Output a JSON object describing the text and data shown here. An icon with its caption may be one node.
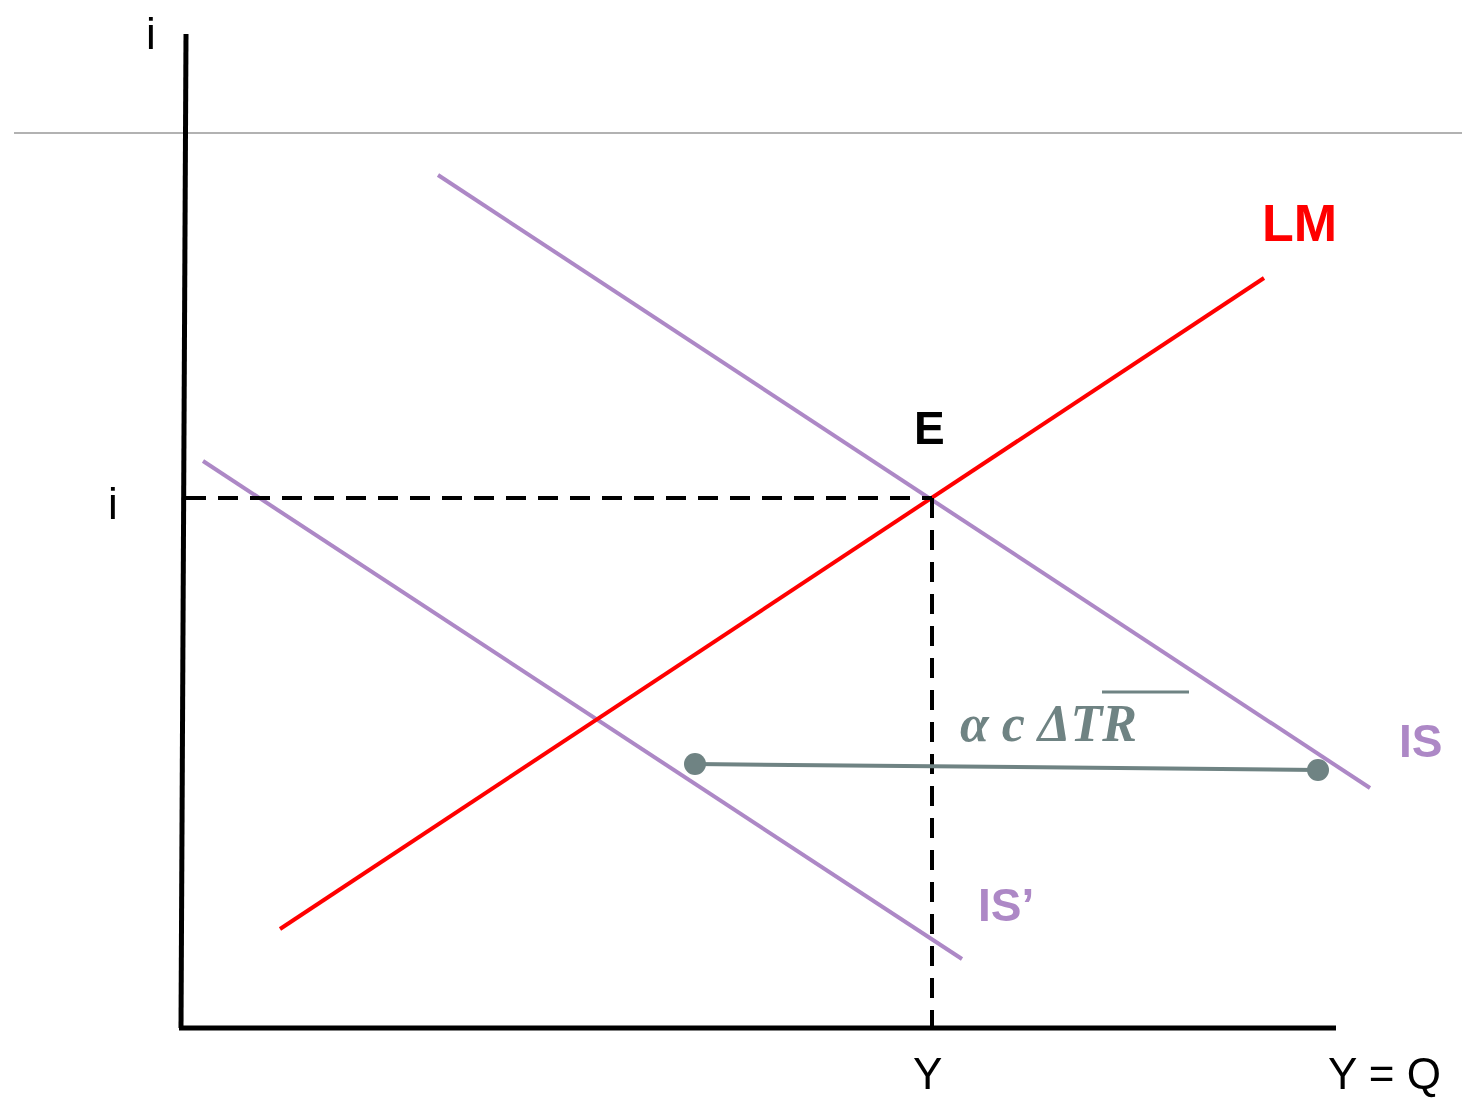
{
  "diagram": {
    "labels": [
      "i",
      "LM",
      "E",
      "i",
      "α c ΔTR",
      "IS",
      "IS’",
      "Y",
      "Y = Q"
    ]
  }
}
